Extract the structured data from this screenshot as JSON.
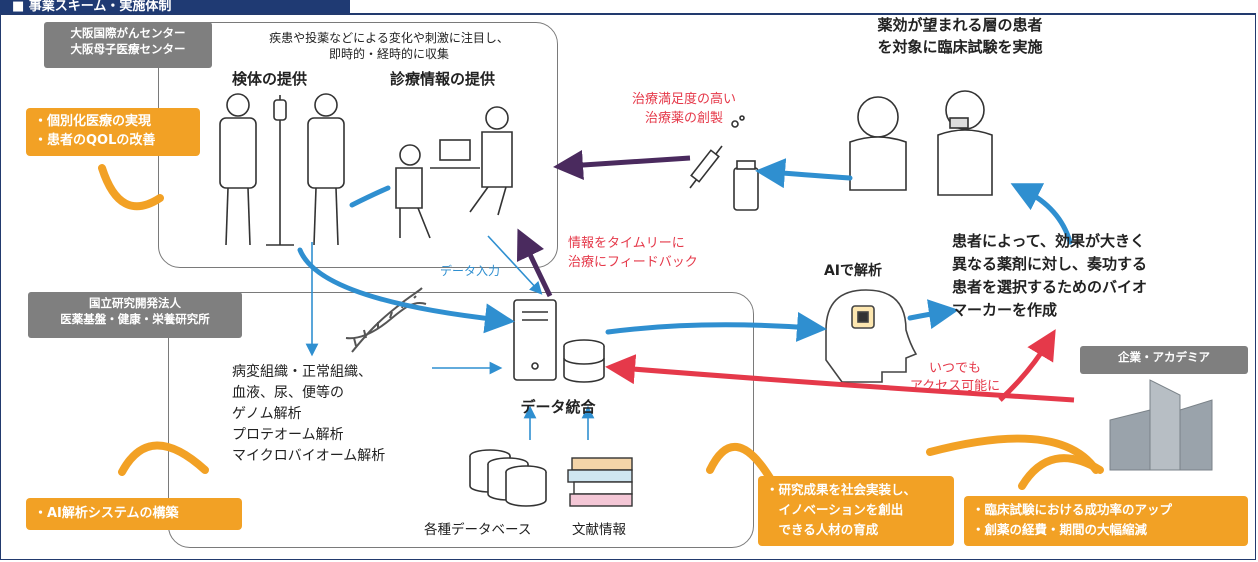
{
  "header": {
    "title": "■ 事業スキーム・実施体制"
  },
  "labels": {
    "osaka_centers": "大阪国際がんセンター\n大阪母子医療センター",
    "nibiohn": "国立研究開発法人\n医薬基盤・健康・栄養研究所",
    "industry": "企業・アカデミア"
  },
  "clinic": {
    "note": "疾患や投薬などによる変化や刺激に注目し、\n即時的・経時的に収集",
    "specimen": "検体の提供",
    "medical_info": "診療情報の提供"
  },
  "trial": {
    "title": "薬効が望まれる層の患者\nを対象に臨床試験を実施"
  },
  "drug": {
    "text": "治療満足度の高い\n治療薬の創製"
  },
  "feedback": {
    "text": "情報をタイムリーに\n治療にフィードバック"
  },
  "data_input": {
    "text": "データ入力"
  },
  "ai": {
    "title": "AIで解析"
  },
  "biomarker": {
    "text": "患者によって、効果が大きく\n異なる薬剤に対し、奏功する\n患者を選択するためのバイオ\nマーカーを作成"
  },
  "access": {
    "text": "いつでも\nアクセス可能に"
  },
  "samples": {
    "text": "病変組織・正常組織、\n血液、尿、便等の\nゲノム解析\nプロテオーム解析\nマイクロバイオーム解析"
  },
  "integration": {
    "title": "データ統合"
  },
  "databases": {
    "label": "各種データベース"
  },
  "literature": {
    "label": "文献情報"
  },
  "outcomes": {
    "personalized": "・個別化医療の実現\n・患者のQOLの改善",
    "ai_system": "・AI解析システムの構築",
    "talent": "・研究成果を社会実装し、\n　イノベーションを創出\n　できる人材の育成",
    "trial_success": "・臨床試験における成功率のアップ\n・創薬の経費・期間の大幅縮減"
  },
  "colors": {
    "navy": "#1f3a73",
    "blue_arrow": "#2f8fd0",
    "purple_arrow": "#4a2a5e",
    "red_arrow": "#e5394a",
    "orange": "#f2a125",
    "gray_label": "#7f7f7f"
  }
}
